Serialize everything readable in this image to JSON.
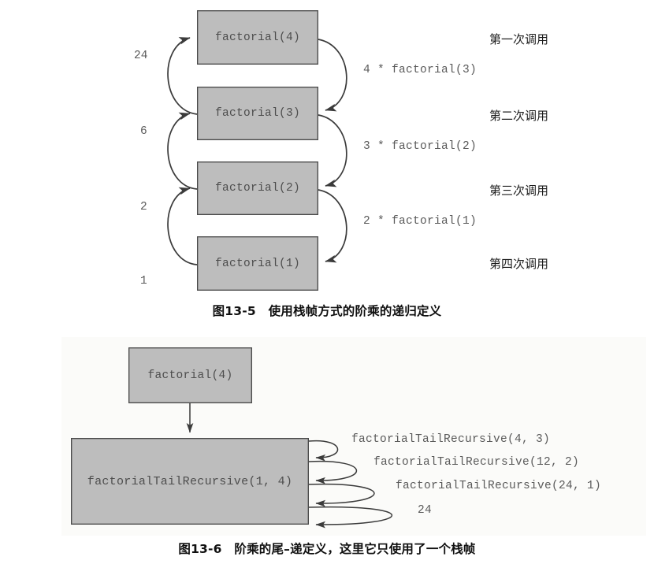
{
  "figure1": {
    "caption": "图13-5　使用栈帧方式的阶乘的递归定义",
    "frames": [
      {
        "label": "factorial(4)"
      },
      {
        "label": "factorial(3)"
      },
      {
        "label": "factorial(2)"
      },
      {
        "label": "factorial(1)"
      }
    ],
    "return_values": [
      "24",
      "6",
      "2",
      "1"
    ],
    "call_expressions": [
      "4 * factorial(3)",
      "3 * factorial(2)",
      "2 * factorial(1)"
    ],
    "call_order_labels": [
      "第一次调用",
      "第二次调用",
      "第三次调用",
      "第四次调用"
    ]
  },
  "figure2": {
    "caption": "图13-6　阶乘的尾–递定义，这里它只使用了一个栈帧",
    "entry_frame": {
      "label": "factorial(4)"
    },
    "tail_frame": {
      "label": "factorialTailRecursive(1, 4)"
    },
    "loop_labels": [
      "factorialTailRecursive(4, 3)",
      "factorialTailRecursive(12, 2)",
      "factorialTailRecursive(24, 1)",
      "24"
    ]
  },
  "colors": {
    "box_fill": "#bdbdbd",
    "box_border": "#4a4a4a",
    "text": "#4d4d4d",
    "panel_bg": "#fbfbf9",
    "stroke": "#3b3b3b"
  }
}
